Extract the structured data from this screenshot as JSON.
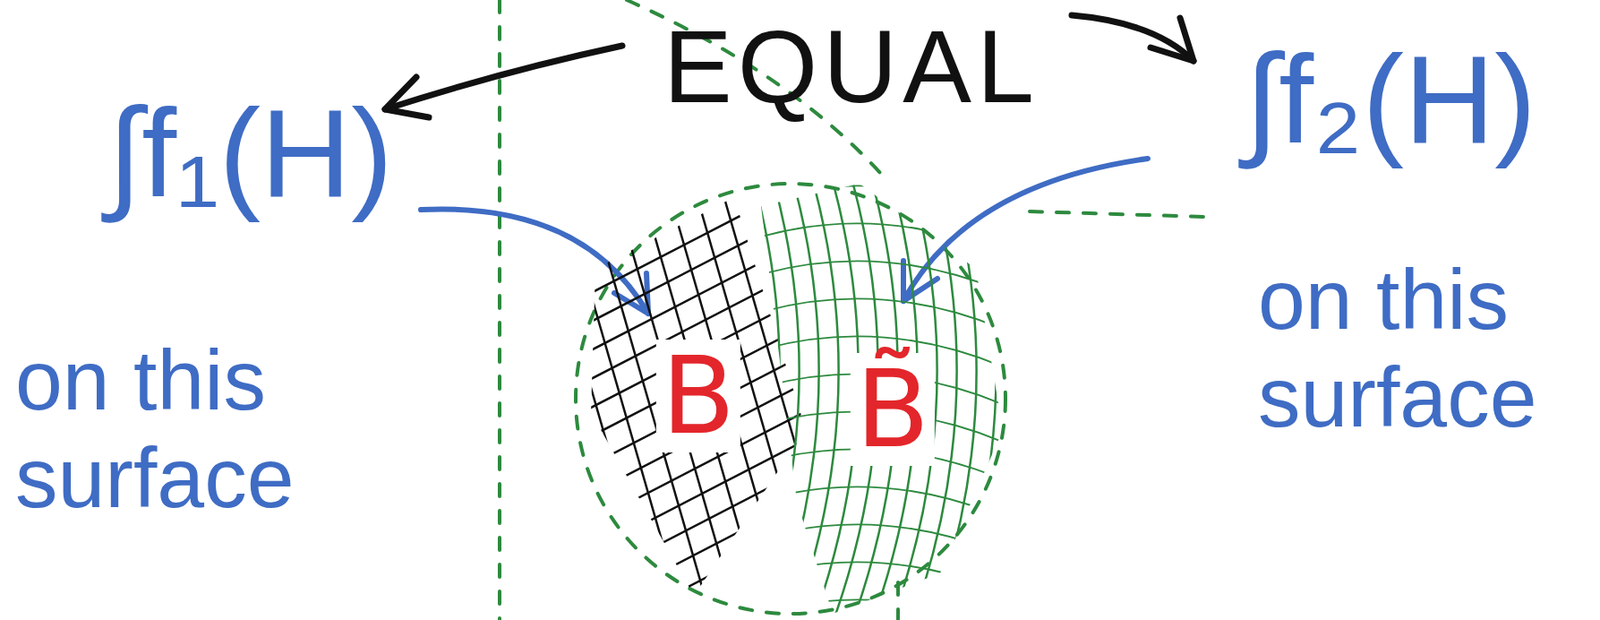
{
  "diagram": {
    "nodes": [
      {
        "text": [
          "B"
        ]
      },
      {
        "text": [
          "B̃"
        ]
      }
    ],
    "labels": [
      "EQUAL",
      "∫f₁(H)",
      "on this surface",
      "∫f₂(H)",
      "on this surface"
    ]
  }
}
